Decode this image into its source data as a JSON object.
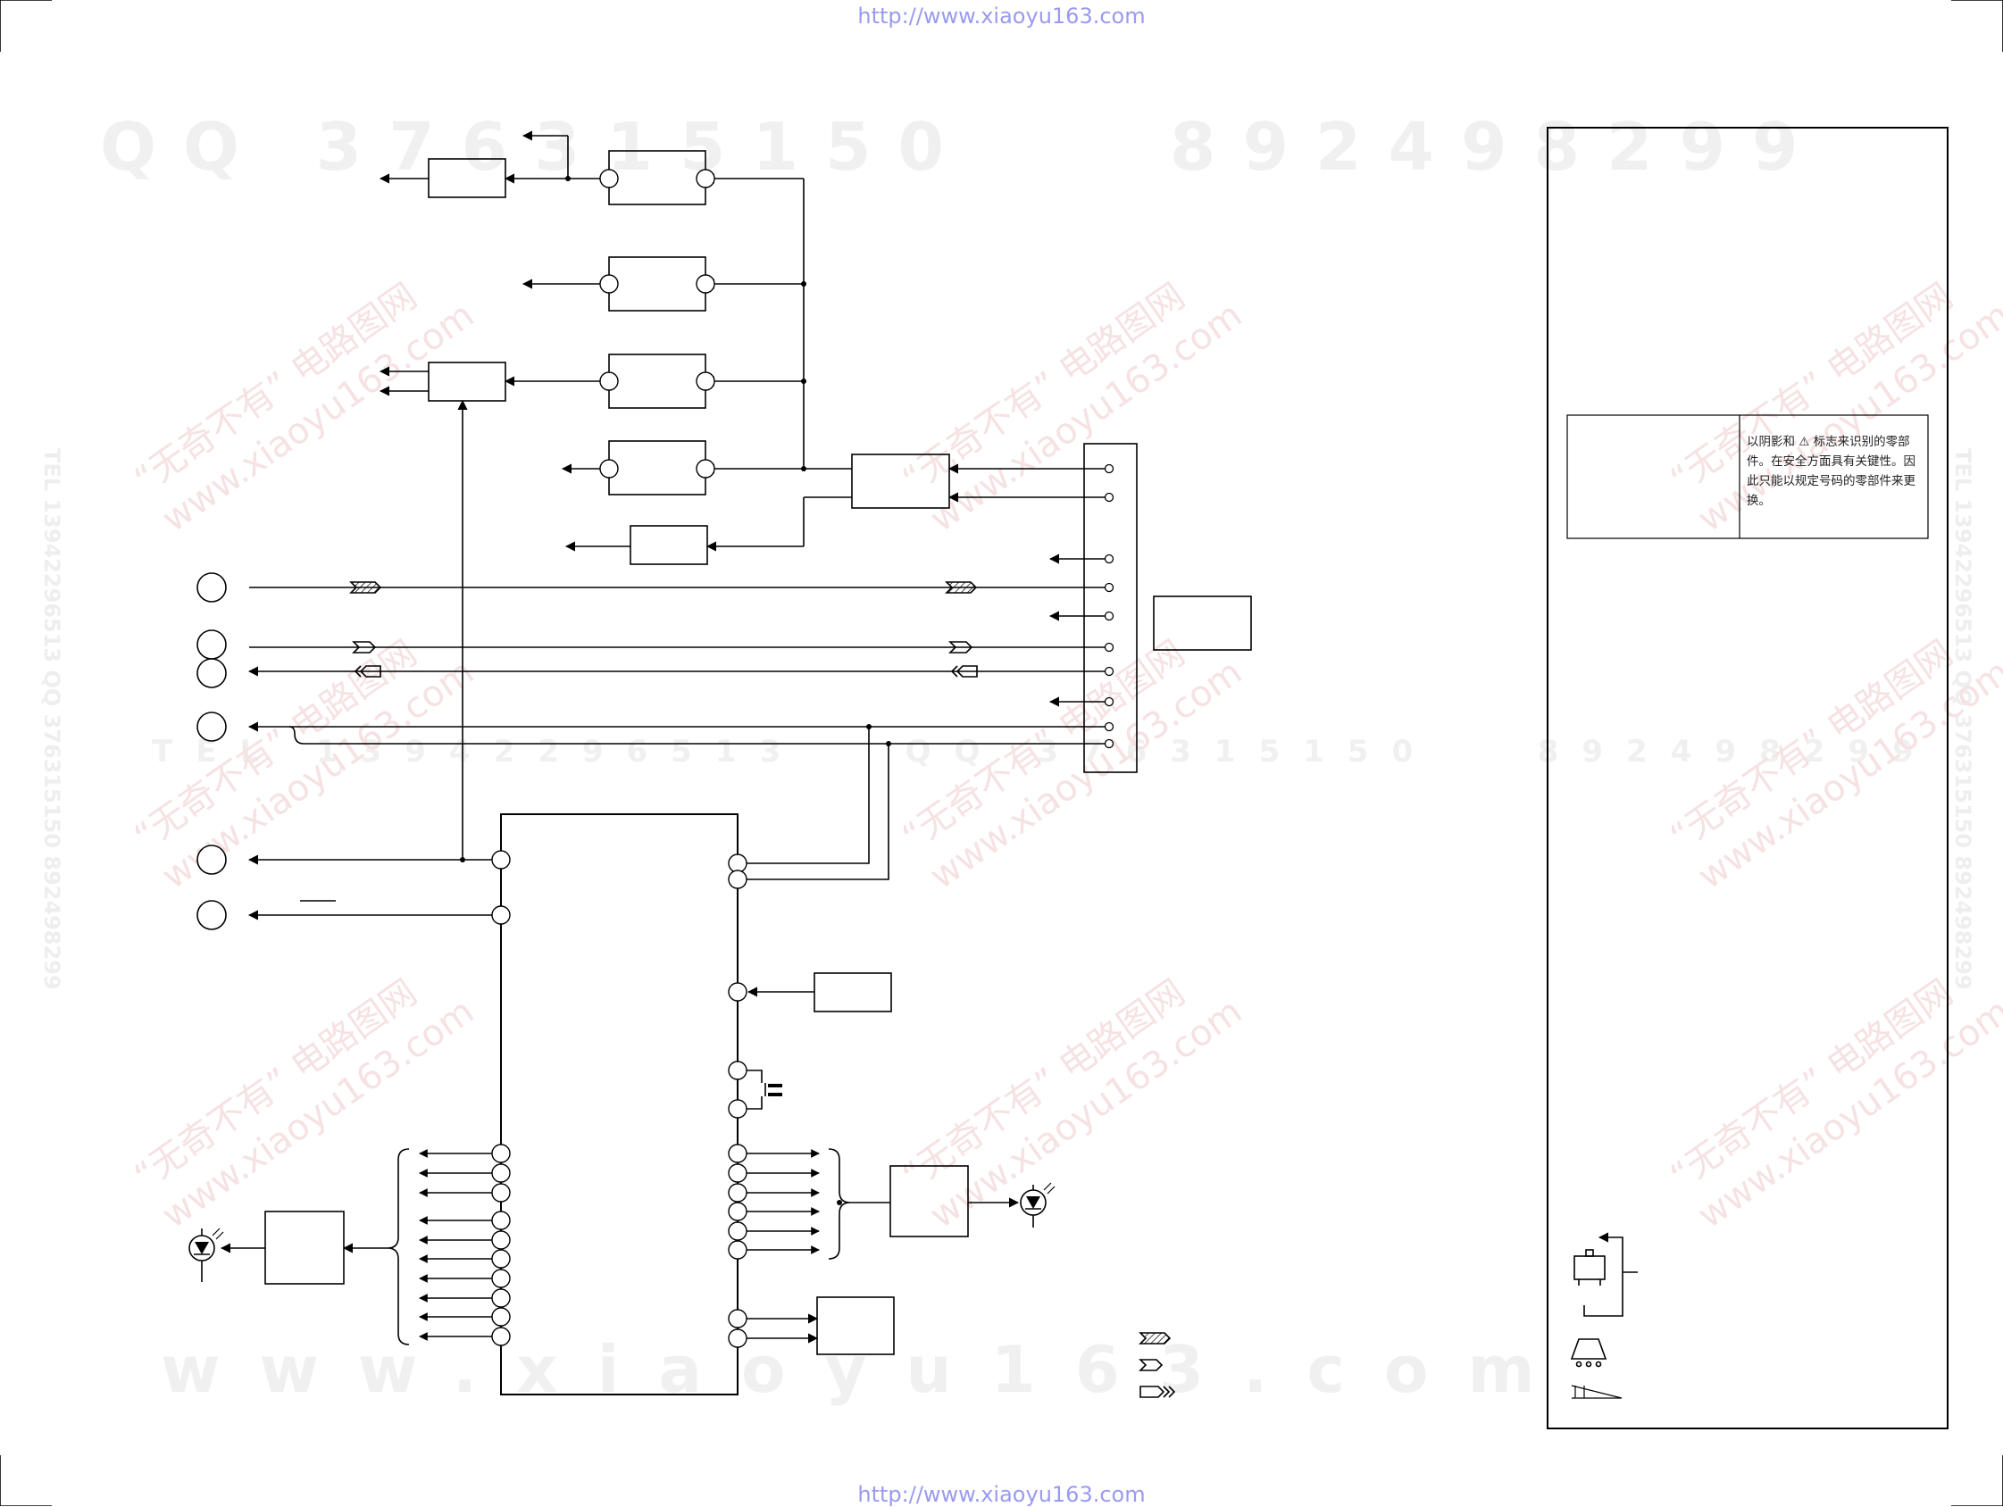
{
  "header_url": "http://www.xiaoyu163.com",
  "footer_url": "http://www.xiaoyu163.com",
  "watermarks": {
    "qq_line": "QQ 376315150    892498299",
    "tel_line": "TEL 13942296513   QQ 376315150   892498299",
    "site_line": "www.xiaoyu163.com",
    "side_left": "TEL 13942296513  QQ 376315150  892498299",
    "side_right": "TEL 13942296513  QQ 376315150  892498299",
    "diag_cn": "“无奇不有” 电路图网",
    "diag_url": "www.xiaoyu163.com"
  },
  "safety_note": "以阴影和 ⚠ 标志来识别的零部件。在安全方面具有关键性。因此只能以规定号码的零部件来更换。",
  "colors": {
    "line": "#000000",
    "watermark_url": "#9a9af0",
    "watermark_faint": "#f0f0f0",
    "watermark_red": "#f6e2e2"
  }
}
